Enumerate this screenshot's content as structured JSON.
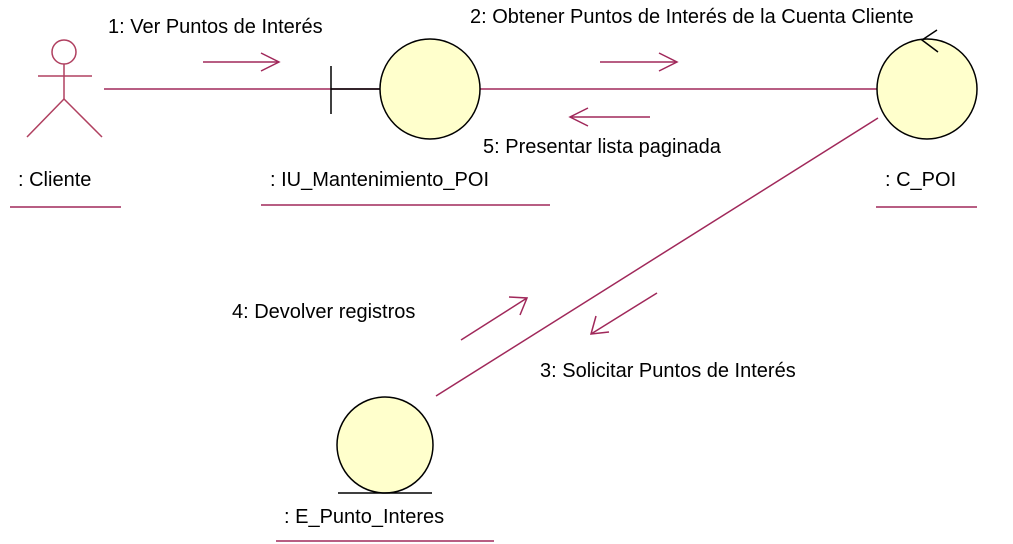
{
  "colors": {
    "line": "#A0285A",
    "object_fill": "#FFFFCC",
    "outline": "#000000",
    "actor": "#B04060"
  },
  "objects": {
    "actor": {
      "name": ": Cliente",
      "icon": "actor-icon"
    },
    "boundary": {
      "name": ": IU_Mantenimiento_POI",
      "icon": "boundary-icon"
    },
    "control": {
      "name": ": C_POI",
      "icon": "control-icon"
    },
    "entity": {
      "name": ": E_Punto_Interes",
      "icon": "entity-icon"
    }
  },
  "messages": {
    "m1": "1: Ver Puntos de Interés",
    "m2": "2: Obtener Puntos de Interés de la Cuenta Cliente",
    "m3": "3: Solicitar Puntos de Interés",
    "m4": "4: Devolver registros",
    "m5": "5: Presentar lista paginada"
  }
}
